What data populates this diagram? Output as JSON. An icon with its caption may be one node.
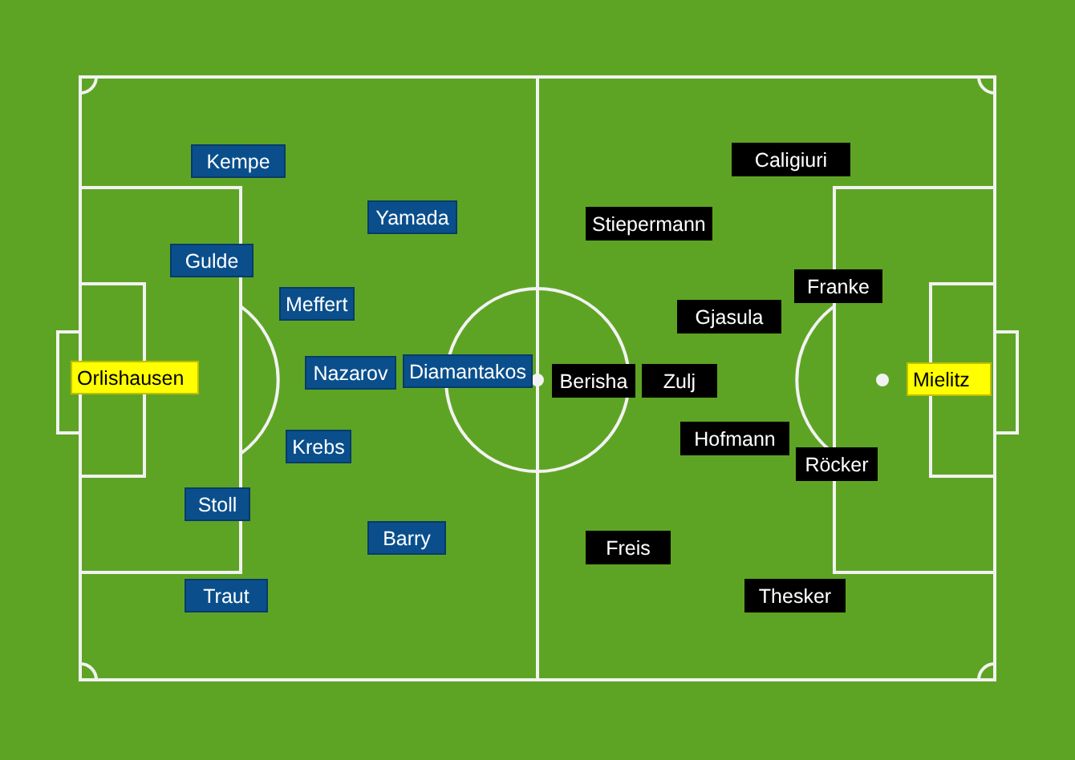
{
  "diagram": {
    "nodes": [
      {
        "text": [
          "Kempe"
        ]
      },
      {
        "text": [
          "Yamada"
        ]
      },
      {
        "text": [
          "Gulde"
        ]
      },
      {
        "text": [
          "Meffert"
        ]
      },
      {
        "text": [
          "Orlishausen"
        ]
      },
      {
        "text": [
          "Nazarov"
        ]
      },
      {
        "text": [
          "Diamantakos"
        ]
      },
      {
        "text": [
          "Krebs"
        ]
      },
      {
        "text": [
          "Stoll"
        ]
      },
      {
        "text": [
          "Barry"
        ]
      },
      {
        "text": [
          "Traut"
        ]
      },
      {
        "text": [
          "Caligiuri"
        ]
      },
      {
        "text": [
          "Stiepermann"
        ]
      },
      {
        "text": [
          "Franke"
        ]
      },
      {
        "text": [
          "Gjasula"
        ]
      },
      {
        "text": [
          "Berisha"
        ]
      },
      {
        "text": [
          "Zulj"
        ]
      },
      {
        "text": [
          "Mielitz"
        ]
      },
      {
        "text": [
          "Hofmann"
        ]
      },
      {
        "text": [
          "Röcker"
        ]
      },
      {
        "text": [
          "Freis"
        ]
      },
      {
        "text": [
          "Thesker"
        ]
      }
    ]
  }
}
